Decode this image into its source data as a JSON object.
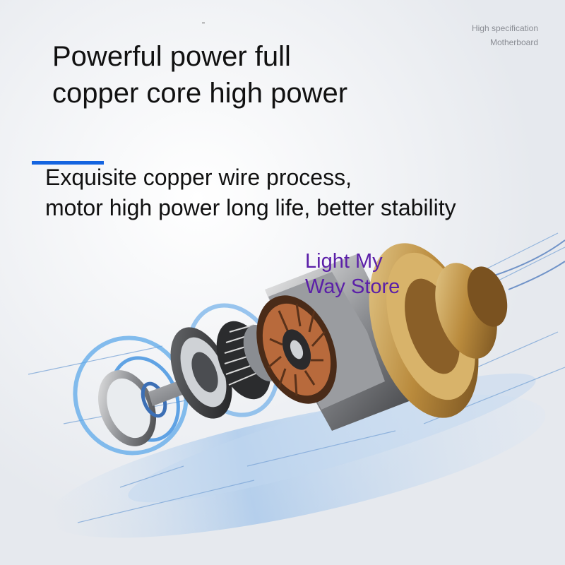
{
  "spec": {
    "line1": "High specification",
    "line2": "Motherboard"
  },
  "headline": {
    "line1": "Powerful power full",
    "line2": "copper core high power"
  },
  "subtext": {
    "line1": "Exquisite copper wire process,",
    "line2": "motor high power long life, better stability"
  },
  "watermark": {
    "line1": "Light My",
    "line2": "Way Store"
  },
  "colors": {
    "accent": "#1464e0",
    "copper": "#b86a3c",
    "gold": "#c9a35a",
    "watermark": "#5b1fa8"
  }
}
